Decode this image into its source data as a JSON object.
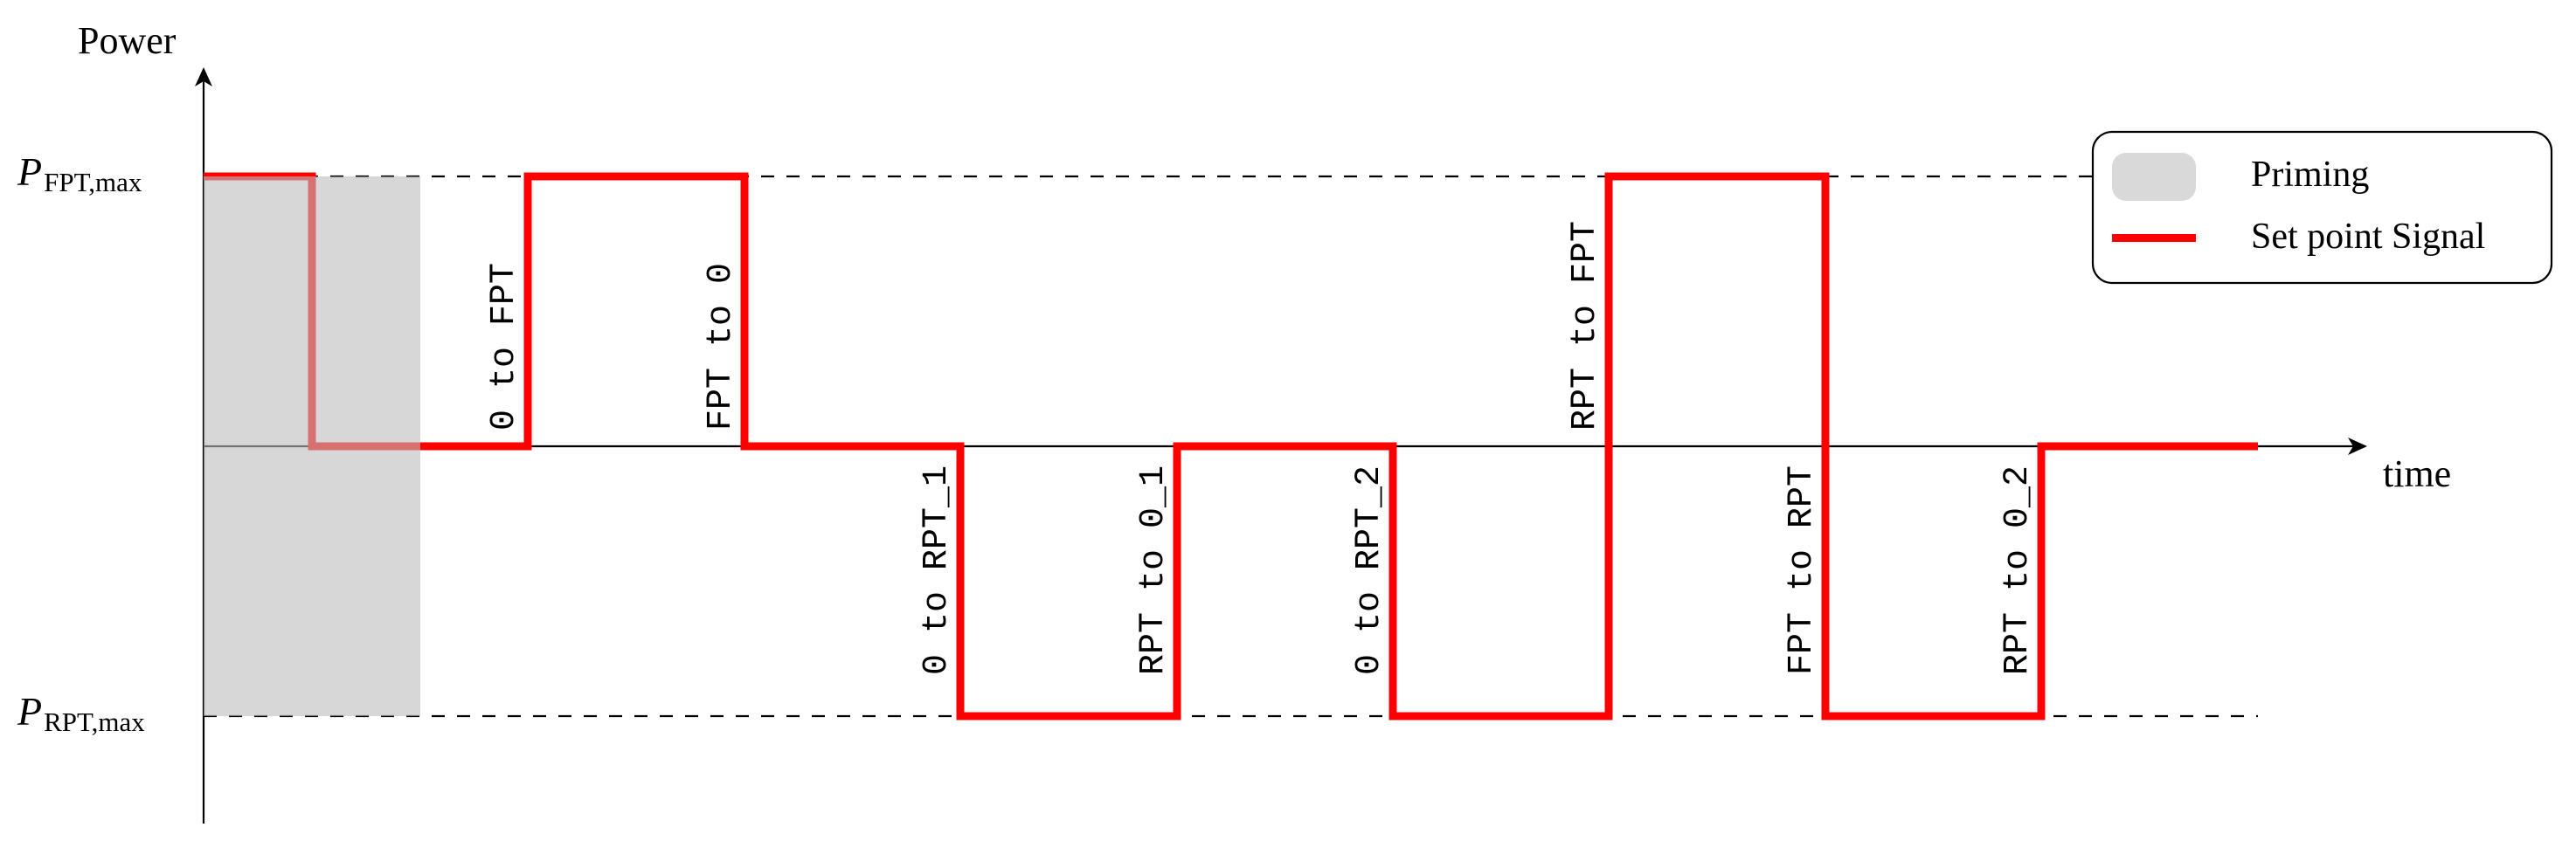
{
  "axes": {
    "y_label": "Power",
    "x_label": "time",
    "y_ticks": [
      {
        "symbol": "P",
        "subscript": "FPT,max",
        "level": "FPT max"
      },
      {
        "symbol": "P",
        "subscript": "RPT,max",
        "level": "RPT max"
      }
    ]
  },
  "legend": {
    "items": [
      {
        "label": "Priming",
        "swatch": "shaded-box",
        "color": "#d9d9d9"
      },
      {
        "label": "Set point Signal",
        "swatch": "line",
        "color": "#ff0000"
      }
    ]
  },
  "transition_labels": [
    "0 to FPT",
    "FPT to 0",
    "0 to RPT_1",
    "RPT to 0_1",
    "0 to RPT_2",
    "RPT to FPT",
    "FPT to RPT",
    "RPT to 0_2"
  ],
  "colors": {
    "signal": "#ff0000",
    "priming": "#d9d9d9",
    "axis": "#000000"
  },
  "chart_data": {
    "type": "line",
    "title": "",
    "xlabel": "time",
    "ylabel": "Power",
    "step": true,
    "levels": {
      "FPT_max": 1,
      "zero": 0,
      "RPT_max": -1
    },
    "series": [
      {
        "name": "Set point Signal",
        "color": "#ff0000",
        "x": [
          0,
          0.5,
          0.5,
          1.5,
          1.5,
          2.5,
          2.5,
          3.5,
          3.5,
          4.5,
          4.5,
          5.5,
          5.5,
          6.5,
          6.5,
          7.5,
          7.5,
          8.5,
          8.5,
          9.5
        ],
        "y": [
          1,
          1,
          0,
          0,
          1,
          1,
          0,
          0,
          -1,
          -1,
          0,
          0,
          -1,
          -1,
          1,
          1,
          -1,
          -1,
          0,
          0
        ]
      }
    ],
    "shaded_regions": [
      {
        "name": "Priming",
        "x_start": 0,
        "x_end": 1,
        "y_start": -1,
        "y_end": 1,
        "color": "#d9d9d9"
      }
    ],
    "reference_lines": [
      {
        "y": 1,
        "style": "dashed",
        "label": "P_FPT,max"
      },
      {
        "y": -1,
        "style": "dashed",
        "label": "P_RPT,max"
      }
    ],
    "annotations": [
      {
        "x": 1.5,
        "text": "0 to FPT"
      },
      {
        "x": 2.5,
        "text": "FPT to 0"
      },
      {
        "x": 3.5,
        "text": "0 to RPT_1"
      },
      {
        "x": 4.5,
        "text": "RPT to 0_1"
      },
      {
        "x": 5.5,
        "text": "0 to RPT_2"
      },
      {
        "x": 6.5,
        "text": "RPT to FPT"
      },
      {
        "x": 7.5,
        "text": "FPT to RPT"
      },
      {
        "x": 8.5,
        "text": "RPT to 0_2"
      }
    ],
    "legend_position": "upper right",
    "grid": false
  }
}
